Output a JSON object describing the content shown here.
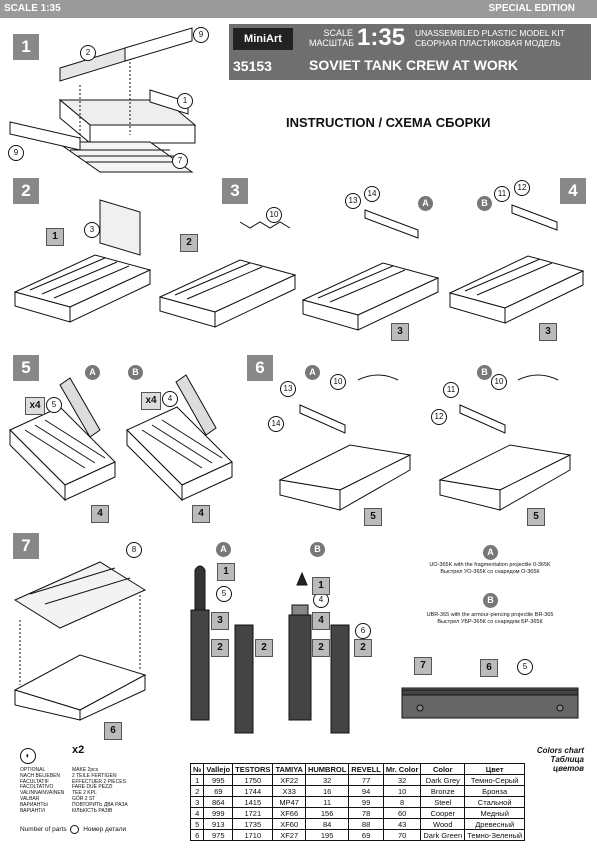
{
  "header": {
    "scale_corner": "SCALE 1:35",
    "edition": "SPECIAL EDITION",
    "brand": "MiniArt",
    "kit_number": "35153",
    "scale_label_en": "SCALE",
    "scale_label_ru": "МАСШТАБ",
    "scale_value": "1:35",
    "kit_type_en": "UNASSEMBLED PLASTIC MODEL KIT",
    "kit_type_ru": "СБОРНАЯ ПЛАСТИКОВАЯ МОДЕЛЬ",
    "product_title": "SOVIET TANK CREW AT WORK"
  },
  "instruction_title": "INSTRUCTION / СХЕМА СБОРКИ",
  "steps": [
    "1",
    "2",
    "3",
    "4",
    "5",
    "6",
    "7"
  ],
  "variants": {
    "a": "A",
    "b": "B"
  },
  "multipliers": {
    "x4a": "x4",
    "x4b": "x4",
    "x2": "x2"
  },
  "notes": {
    "a_en": "UO-365K with the fragmentation projectile 0-365K",
    "a_ru": "Выстрел УО-365К со снарядом О-365К",
    "b_en": "UBR-365 with the armour-piercing projectile BR-365",
    "b_ru": "Выстрел УБР-365К со снарядом БР-365К"
  },
  "legend": {
    "optional": [
      "OPTIONAL",
      "NACH BELIEBEN",
      "FACULTATIF",
      "FACOLTATIVO",
      "VALINNAINVAINEN",
      "VALBAR",
      "ВАРИАНТЫ",
      "ВАРІАНТИ"
    ],
    "make2": [
      "MAKE 2pcs",
      "2 TEILE FERTIGEN",
      "EFFECTUER 2 PIECES",
      "FARE DUE PEZZI",
      "TEE 2 KPL",
      "GÖR 2 ST",
      "ПОВТОРИТЬ ДВА РАЗА",
      "КІЛЬКІСТЬ РАЗІВ"
    ],
    "number_of_parts": "Number of parts",
    "nomer_detali": "Номер детали"
  },
  "colors_chart": {
    "title_en": "Colors chart",
    "title_ru": "Таблица цветов",
    "headers": [
      "№",
      "Vallejo",
      "TESTORS",
      "TAMIYA",
      "HUMBROL",
      "REVELL",
      "Mr. Color",
      "Color",
      "Цвет"
    ],
    "rows": [
      [
        "1",
        "995",
        "1750",
        "XF22",
        "32",
        "77",
        "32",
        "Dark Grey",
        "Темно-Серый"
      ],
      [
        "2",
        "69",
        "1744",
        "X33",
        "16",
        "94",
        "10",
        "Bronze",
        "Бронза"
      ],
      [
        "3",
        "864",
        "1415",
        "MP47",
        "11",
        "99",
        "8",
        "Steel",
        "Стальной"
      ],
      [
        "4",
        "999",
        "1721",
        "XF66",
        "156",
        "78",
        "60",
        "Cooper",
        "Медный"
      ],
      [
        "5",
        "913",
        "1735",
        "XF60",
        "84",
        "88",
        "43",
        "Wood",
        "Древесный"
      ],
      [
        "6",
        "975",
        "1710",
        "XF27",
        "195",
        "69",
        "70",
        "Dark Green",
        "Темно-Зеленый"
      ]
    ]
  }
}
